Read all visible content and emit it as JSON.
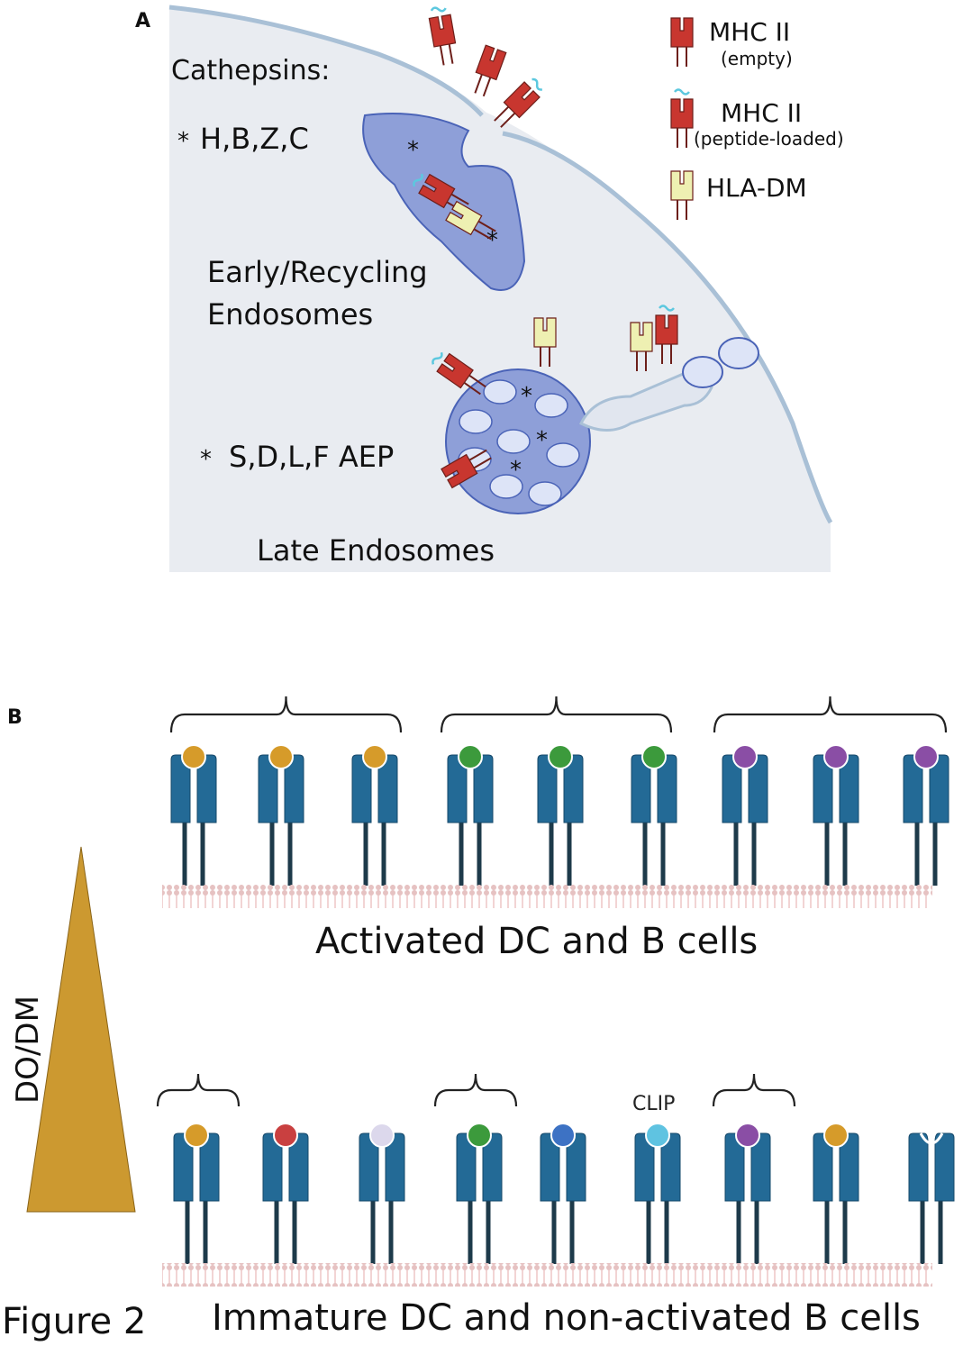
{
  "figure_label": "Figure 2",
  "panel_a": {
    "label": "A",
    "cathepsins_title": "Cathepsins:",
    "early_cathepsins": "H,B,Z,C",
    "late_cathepsins": "S,D,L,F AEP",
    "star": "*",
    "early_endosome_label": [
      "Early/Recycling",
      "Endosomes"
    ],
    "late_endosome_label": "Late Endosomes",
    "legend": [
      {
        "name": "MHC II",
        "note": "(empty)",
        "symbol": "mhc-empty"
      },
      {
        "name": "MHC II",
        "note": "(peptide-loaded)",
        "symbol": "mhc-loaded"
      },
      {
        "name": "HLA-DM",
        "note": "",
        "symbol": "hla-dm"
      }
    ],
    "colors": {
      "cell": "#e9ecf1",
      "membrane": "#a9c0d6",
      "endosome": "#8e9fd8",
      "endosome_edge": "#4a63b7",
      "mhc": "#c8362f",
      "hla_dm": "#eef0b2",
      "peptide": "#5cc8df"
    }
  },
  "panel_b": {
    "label": "B",
    "gradient_label": "DO/DM",
    "activated_label": "Activated DC and B cells",
    "immature_label": "Immature DC and non-activated B cells",
    "clip_label": "CLIP",
    "activated_peptides": [
      "#d69b2a",
      "#d69b2a",
      "#d69b2a",
      "#3c9a3c",
      "#3c9a3c",
      "#3c9a3c",
      "#8a4ea5",
      "#8a4ea5",
      "#8a4ea5"
    ],
    "immature_peptides": [
      "#d69b2a",
      "#c94040",
      "#dcd8ec",
      "#3c9a3c",
      "#3d72c4",
      "#5fc3e1",
      "#8a4ea5",
      "#d69b2a",
      null
    ],
    "colors": {
      "receptor": "#236a96",
      "receptor_stalk": "#1d3a4a",
      "triangle": "#cc9930",
      "membrane": "#e6c2c2"
    }
  }
}
